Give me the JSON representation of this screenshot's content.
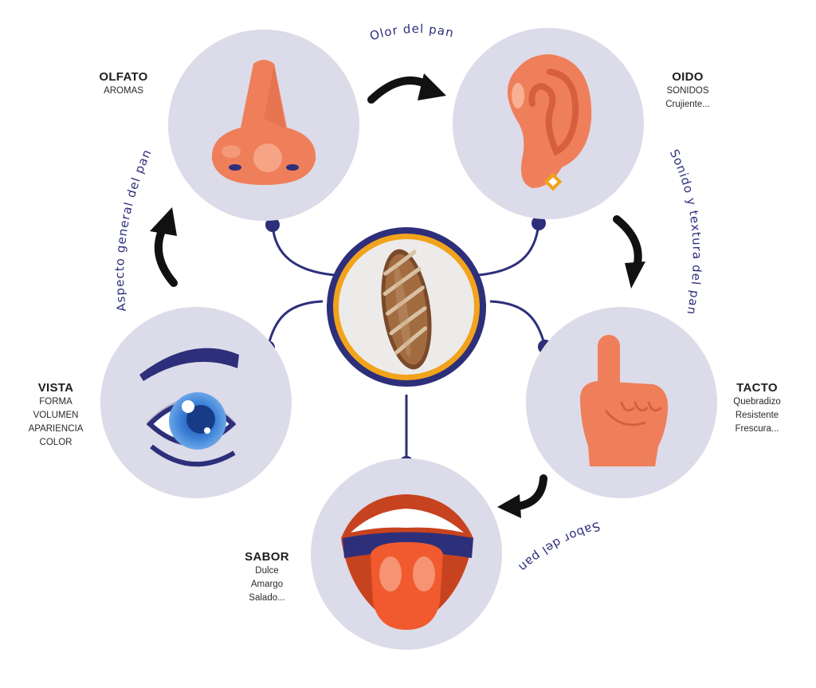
{
  "center": {
    "icon": "bread-loaf-icon"
  },
  "senses": {
    "olfato": {
      "title": "OLFATO",
      "lines": [
        "AROMAS"
      ],
      "icon": "nose-icon"
    },
    "oido": {
      "title": "OIDO",
      "lines": [
        "SONIDOS",
        "Crujiente..."
      ],
      "icon": "ear-icon"
    },
    "tacto": {
      "title": "TACTO",
      "lines": [
        "Quebradizo",
        "Resistente",
        "Frescura..."
      ],
      "icon": "hand-finger-icon"
    },
    "sabor": {
      "title": "SABOR",
      "lines": [
        "Dulce",
        "Amargo",
        "Salado..."
      ],
      "icon": "mouth-tongue-icon"
    },
    "vista": {
      "title": "VISTA",
      "lines": [
        "FORMA",
        "VOLUMEN",
        "APARIENCIA",
        "COLOR"
      ],
      "icon": "eye-icon"
    }
  },
  "flows": {
    "olfato_to_oido": "Olor del pan",
    "oido_to_tacto": "Sonido y textura del pan",
    "tacto_to_sabor": "Sabor del pan",
    "vista_to_olfato": "Aspecto general del pan"
  },
  "colors": {
    "circle": "#dcdbe9",
    "navy": "#2d2f7a",
    "skin": "#ef7f5a",
    "orange_ring": "#f2a31c"
  }
}
